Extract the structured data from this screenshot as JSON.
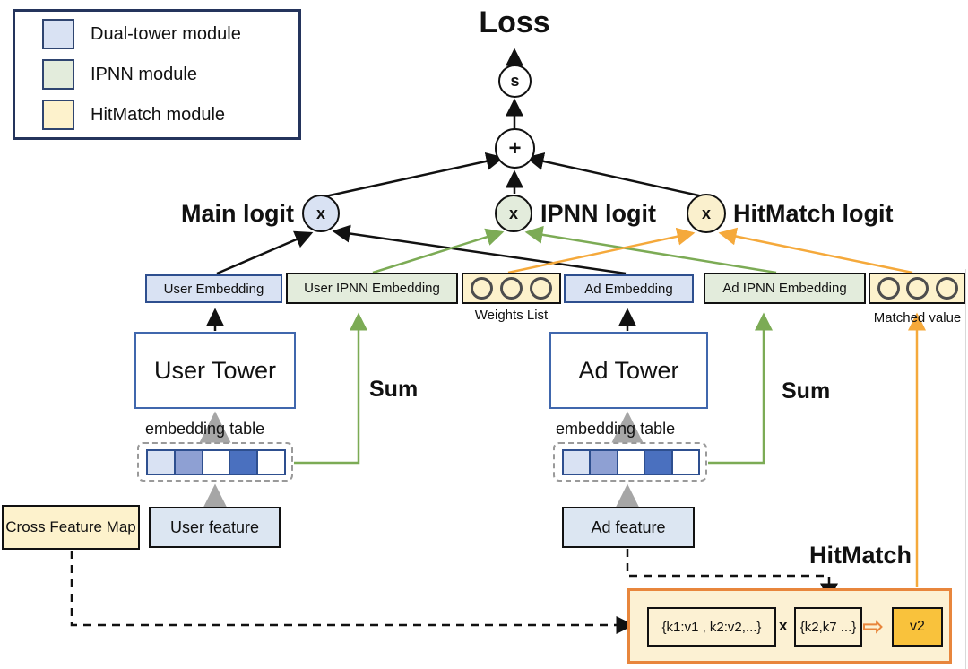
{
  "colors": {
    "dual_tower": "#d9e2f3",
    "ipnn": "#e3ecdc",
    "hitmatch": "#fdf2cc",
    "tower_border": "#4067ad",
    "embedding_border": "#2e4f8f",
    "green_arrow": "#7cab55",
    "orange_arrow": "#f5a93b",
    "gray_arrow": "#a6a6a6",
    "hitmatch_container_border": "#e8863c",
    "v2_fill": "#f9c23c",
    "embedding_cells": [
      "#d9e2f3",
      "#8ea0d3",
      "#ffffff",
      "#4a70bf",
      "#ffffff"
    ]
  },
  "legend": {
    "items": [
      {
        "label": "Dual-tower module",
        "color": "#d9e2f3"
      },
      {
        "label": "IPNN module",
        "color": "#e3ecdc"
      },
      {
        "label": "HitMatch module",
        "color": "#fdf2cc"
      }
    ]
  },
  "top": {
    "loss": "Loss",
    "sigmoid": "s",
    "plus": "+"
  },
  "logits": {
    "main": {
      "label": "Main logit",
      "op": "x"
    },
    "ipnn": {
      "label": "IPNN logit",
      "op": "x"
    },
    "hitmatch": {
      "label": "HitMatch logit",
      "op": "x"
    }
  },
  "embedding_row": {
    "user_embedding": "User Embedding",
    "user_ipnn_embedding": "User IPNN Embedding",
    "weights_list_caption": "Weights List",
    "ad_embedding": "Ad Embedding",
    "ad_ipnn_embedding": "Ad IPNN Embedding",
    "matched_value_caption": "Matched value"
  },
  "towers": {
    "user": "User Tower",
    "ad": "Ad Tower"
  },
  "user_side": {
    "sum": "Sum",
    "embedding_table": "embedding table",
    "feature": "User feature"
  },
  "ad_side": {
    "sum": "Sum",
    "embedding_table": "embedding table",
    "feature": "Ad feature"
  },
  "cross_feature_map": "Cross Feature Map",
  "hitmatch_module": {
    "title": "HitMatch",
    "kv_map": "{k1:v1 , k2:v2,...}",
    "times": "x",
    "key_set": "{k2,k7 ...}",
    "arrow": "⇨",
    "result": "v2"
  }
}
